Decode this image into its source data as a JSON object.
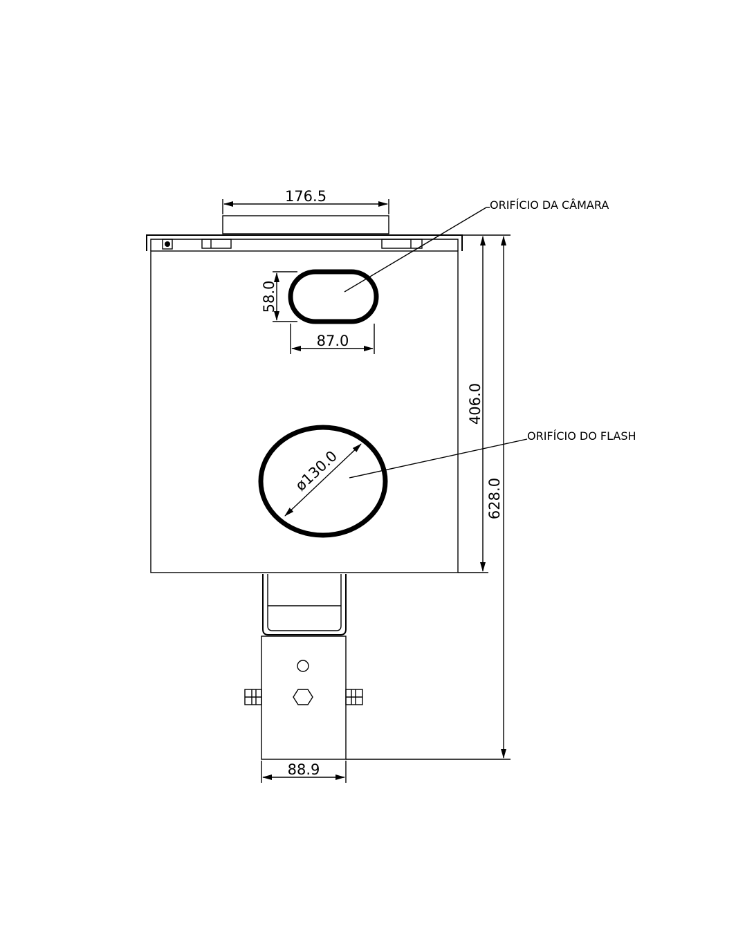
{
  "dimensions": {
    "top_width": "176.5",
    "camera_hole_height": "58.0",
    "camera_hole_width": "87.0",
    "flash_hole_diameter": "ø130.0",
    "box_height": "406.0",
    "total_height": "628.0",
    "base_width": "88.9"
  },
  "labels": {
    "camera_hole": "ORIFÍCIO DA CÂMARA",
    "flash_hole": "ORIFÍCIO DO FLASH"
  }
}
